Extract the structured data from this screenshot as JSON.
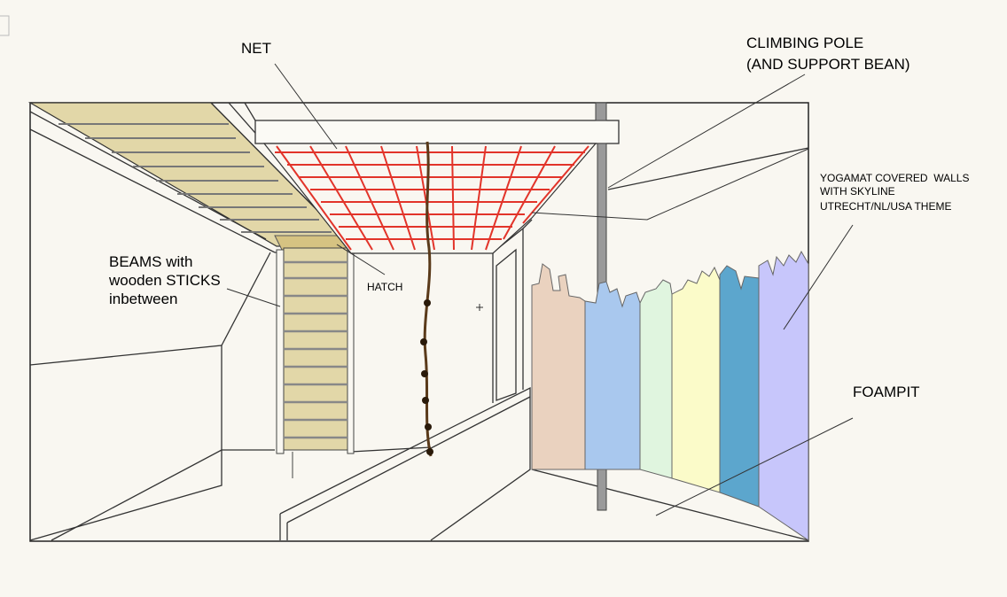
{
  "labels": {
    "net": "NET",
    "pole_line1": "CLIMBING POLE",
    "pole_line2": "(AND SUPPORT BEAN)",
    "yoga_line1": "YOGAMAT COVERED  WALLS",
    "yoga_line2": "WITH SKYLINE",
    "yoga_line3": "UTRECHT/NL/USA THEME",
    "beams_line1": "BEAMS with",
    "beams_line2": "wooden STICKS",
    "beams_line3": "inbetween",
    "hatch": "HATCH",
    "foampit": "FOAMPIT"
  },
  "colors": {
    "background": "#f9f7f1",
    "beam_wood": "#e2d7a8",
    "net_red": "#e2342a",
    "pole_gray": "#9a9a9a",
    "rope_brown": "#5a3a1a",
    "panel_peach": "#ead2bf",
    "panel_blue": "#a9c8ee",
    "panel_mint": "#e0f5df",
    "panel_yellow": "#fbfbc9",
    "panel_teal": "#5ca6cd",
    "panel_lavender": "#c7c6fb"
  }
}
